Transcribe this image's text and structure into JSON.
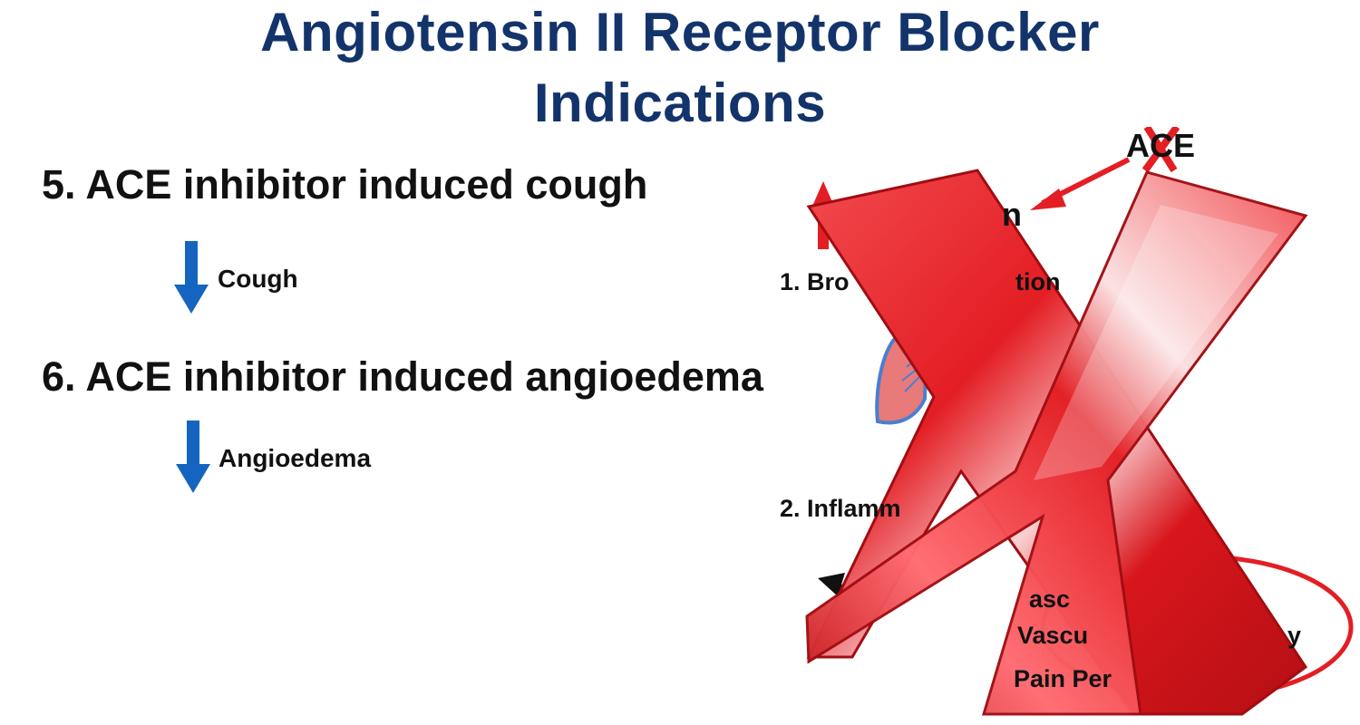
{
  "title": {
    "line1": "Angiotensin II Receptor Blocker",
    "line2": "Indications"
  },
  "indications": [
    {
      "heading": "5. ACE inhibitor induced cough",
      "effect": "Cough"
    },
    {
      "heading": "6. ACE inhibitor induced angioedema",
      "effect": "Angioedema"
    }
  ],
  "diagram": {
    "enzyme_label": "ACE",
    "product_fragment": "n",
    "effect1_fragment": "1. Bro",
    "effect1_tail": "tion",
    "effect2_fragment": "2. Inflamm",
    "list_fragments": [
      "asc",
      "Vascu",
      "Pain Per",
      "y"
    ]
  },
  "colors": {
    "title": "#13336b",
    "text": "#111111",
    "down_arrow": "#1565c0",
    "cross": "#e31e24",
    "lung": "#e87a7a",
    "lung_outline": "#4a7fd0"
  },
  "icons": {
    "down_arrow": "down-arrow-icon",
    "cross": "red-x-icon",
    "lung": "lung-icon"
  }
}
